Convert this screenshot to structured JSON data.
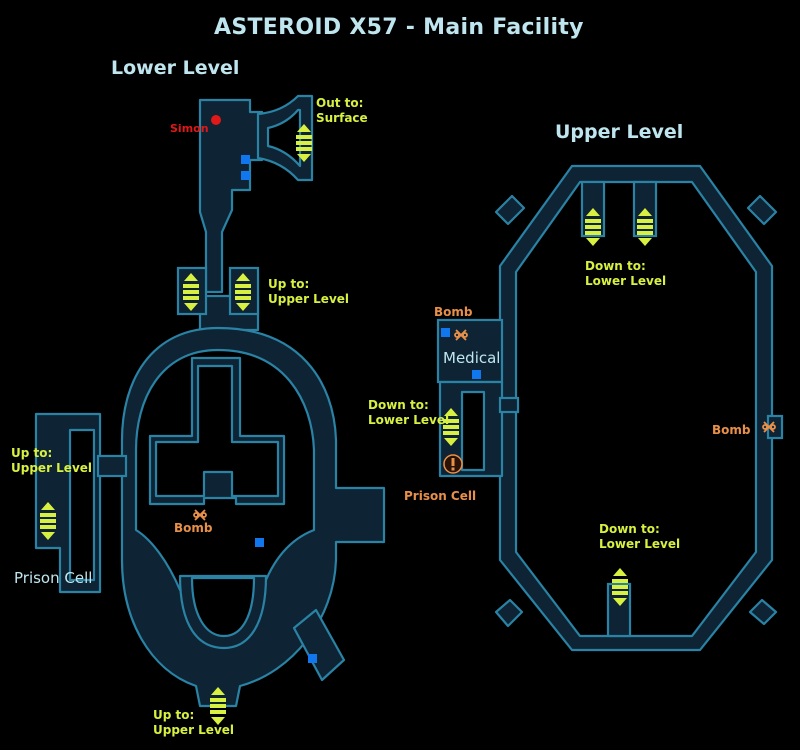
{
  "title": "ASTEROID X57 - Main Facility",
  "levels": {
    "lower": "Lower Level",
    "upper": "Upper Level"
  },
  "rooms": {
    "lower_prison": "Prison Cell",
    "medical": "Medical"
  },
  "labels": {
    "out_surface_1": "Out to:",
    "out_surface_2": "Surface",
    "up_upper_1": "Up to:",
    "up_upper_2": "Upper Level",
    "up_left_1": "Up to:",
    "up_left_2": "Upper Level",
    "up_bottom_1": "Up to:",
    "up_bottom_2": "Upper Level",
    "down_top_1": "Down to:",
    "down_top_2": "Lower Level",
    "down_left_1": "Down to:",
    "down_left_2": "Lower Level",
    "down_bottom_1": "Down to:",
    "down_bottom_2": "Lower Level"
  },
  "poi": {
    "bomb_lower": "Bomb",
    "bomb_medical": "Bomb",
    "bomb_upper_right": "Bomb",
    "prison_upper": "Prison Cell"
  },
  "character": {
    "name": "Simon"
  },
  "colors": {
    "background": "#000000",
    "wall_fill": "#0e2434",
    "wall_stroke": "#2a82a4",
    "stairs": "#d8f040",
    "poi": "#e8904a",
    "terminal": "#1177ee",
    "character": "#e01818"
  }
}
